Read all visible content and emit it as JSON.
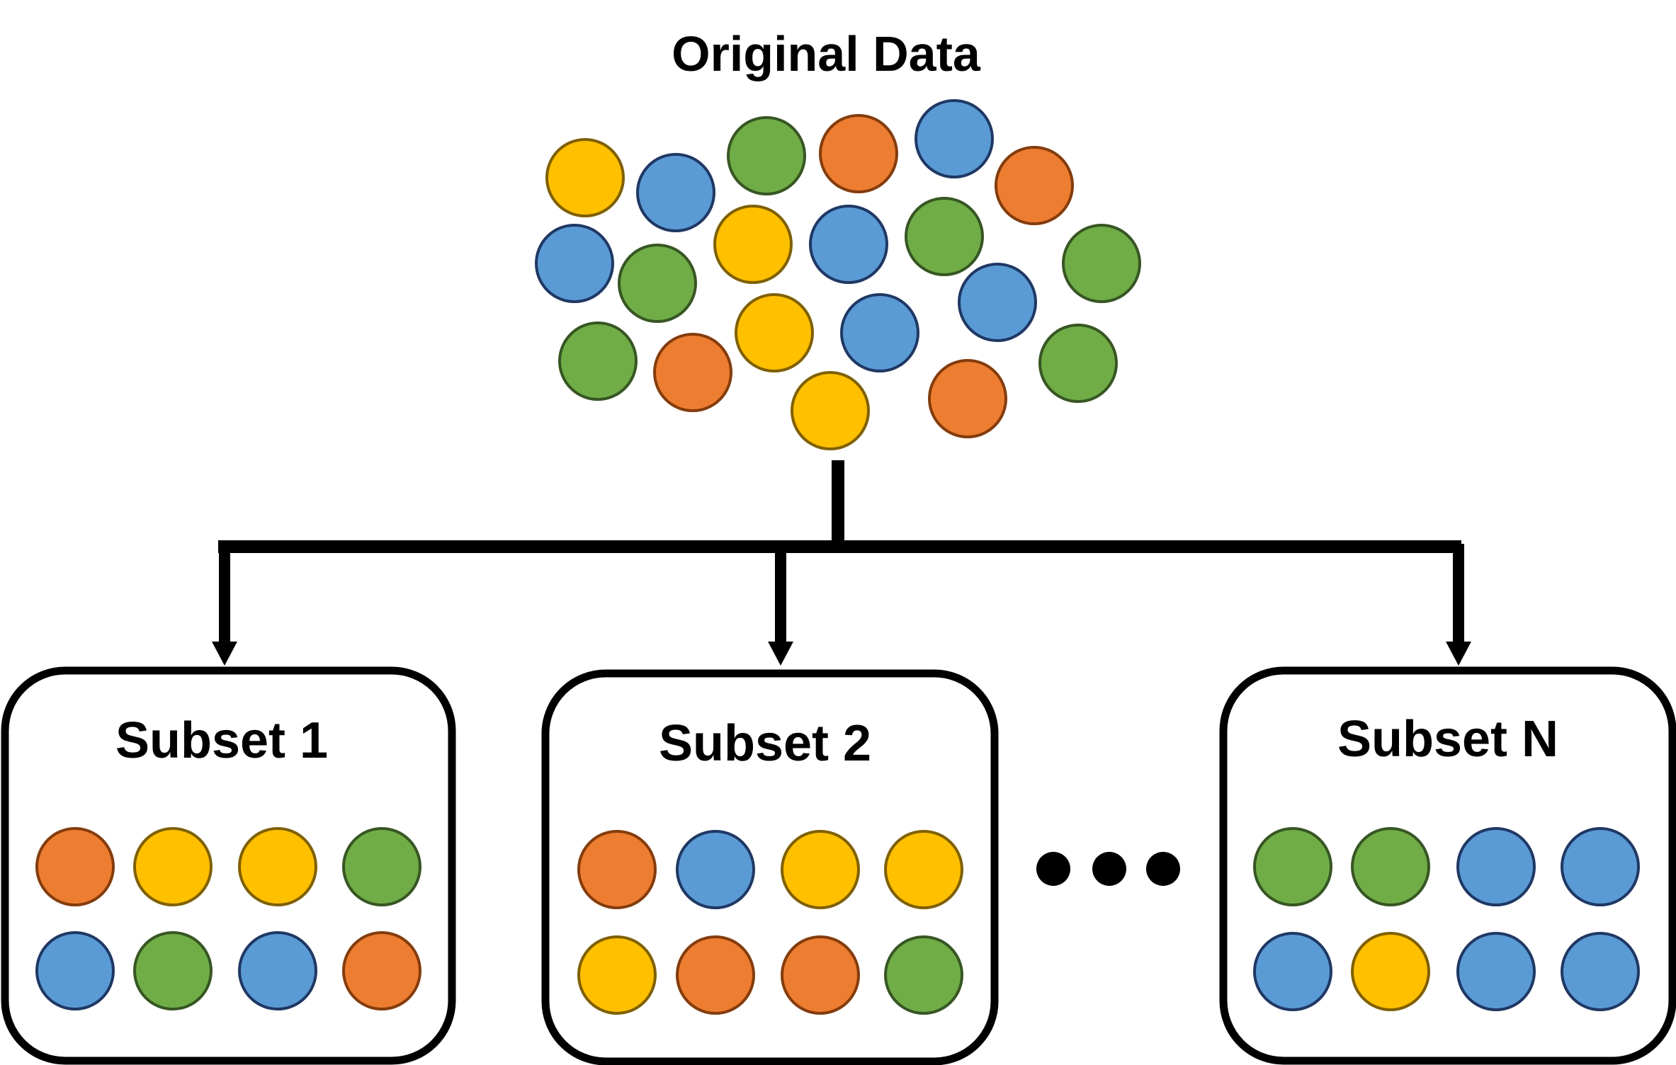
{
  "title": "Original Data",
  "colors": {
    "orange": {
      "fill": "#ED7D31",
      "stroke": "#843C0C"
    },
    "yellow": {
      "fill": "#FFC000",
      "stroke": "#7F6000"
    },
    "green": {
      "fill": "#70AD47",
      "stroke": "#375623"
    },
    "blue": {
      "fill": "#5B9BD5",
      "stroke": "#1F3864"
    }
  },
  "original_points": [
    "yellow",
    "blue",
    "green",
    "orange",
    "blue",
    "orange",
    "blue",
    "yellow",
    "blue",
    "green",
    "green",
    "green",
    "blue",
    "yellow",
    "blue",
    "green",
    "orange",
    "green",
    "yellow",
    "orange"
  ],
  "subsets": [
    {
      "label": "Subset 1",
      "rows": [
        [
          "orange",
          "yellow",
          "yellow",
          "green"
        ],
        [
          "blue",
          "green",
          "blue",
          "orange"
        ]
      ]
    },
    {
      "label": "Subset 2",
      "rows": [
        [
          "orange",
          "blue",
          "yellow",
          "yellow"
        ],
        [
          "yellow",
          "orange",
          "orange",
          "green"
        ]
      ]
    },
    {
      "label": "Subset N",
      "rows": [
        [
          "green",
          "green",
          "blue",
          "blue"
        ],
        [
          "blue",
          "yellow",
          "blue",
          "blue"
        ]
      ]
    }
  ]
}
